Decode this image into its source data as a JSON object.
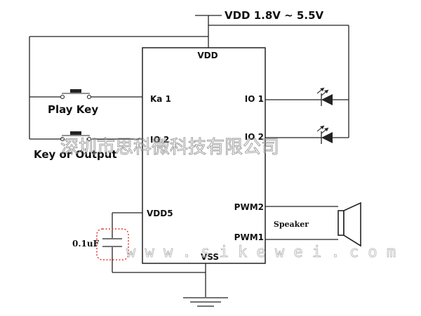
{
  "supply_label": "VDD  1.8V ~ 5.5V",
  "chip": {
    "vdd": "VDD",
    "vss": "VSS",
    "pins_left": [
      "Ka 1",
      "IO 2",
      "VDD5"
    ],
    "pins_right": [
      "IO 1",
      "IO 2",
      "PWM2",
      "PWM1"
    ]
  },
  "switches": [
    "Play Key",
    "Key or Output"
  ],
  "capacitor": "0.1uF",
  "speaker": "Speaker",
  "watermark": {
    "company": "深圳市思科微科技有限公司",
    "url": "w w w . s i k e w e i . c o m"
  },
  "colors": {
    "line": "#222222",
    "highlight": "#e53935",
    "watermark": "#9a9a9a"
  }
}
